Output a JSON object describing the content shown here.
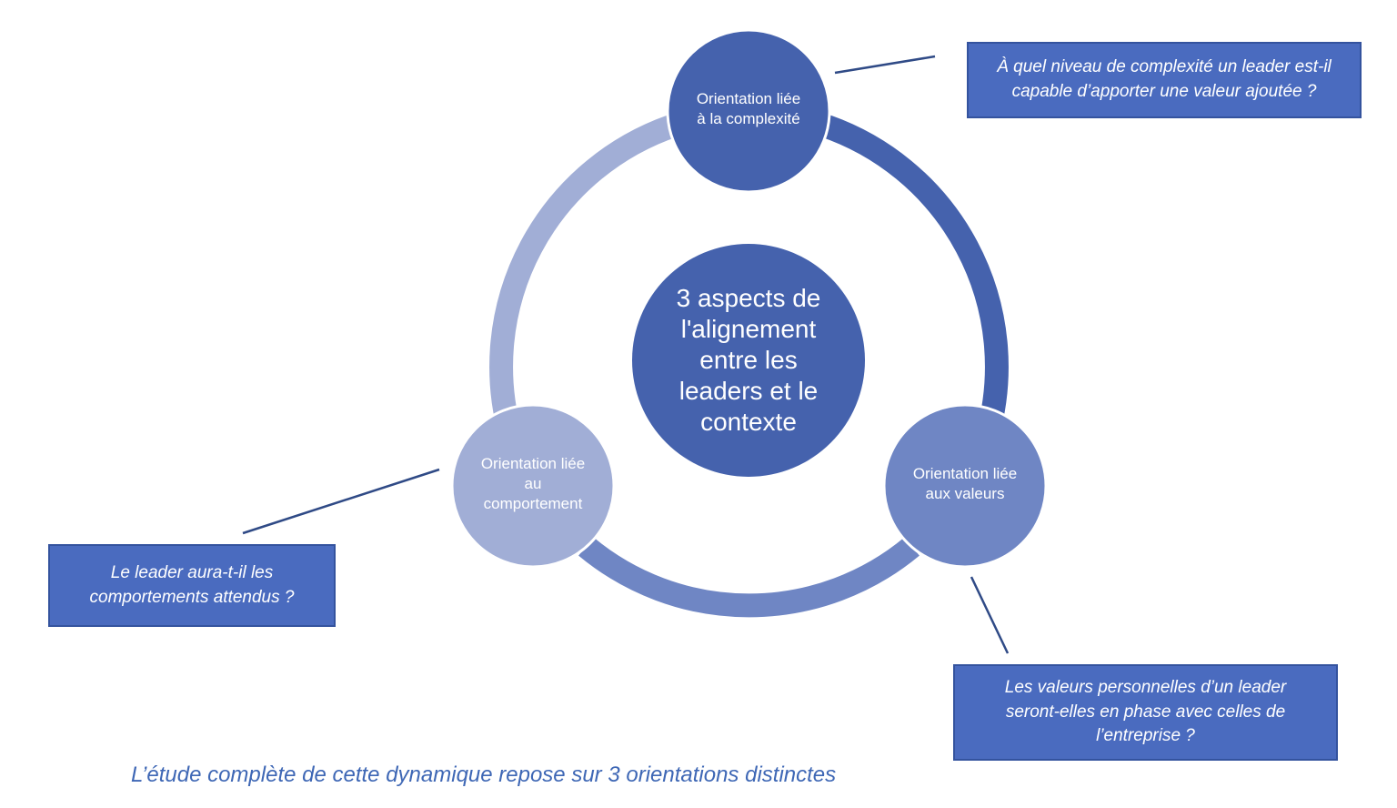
{
  "center": {
    "label": "3 aspects de\nl'alignement\nentre les\nleaders et le\ncontexte"
  },
  "nodes": {
    "complexity": {
      "label": "Orientation liée\nà la complexité"
    },
    "values": {
      "label": "Orientation liée\naux valeurs"
    },
    "behavior": {
      "label": "Orientation liée\nau\ncomportement"
    }
  },
  "callouts": {
    "complexity": "À quel niveau de complexité un leader est-il\ncapable d’apporter une valeur ajoutée ?",
    "behavior": "Le leader aura-t-il les\ncomportements attendus ?",
    "values": "Les valeurs personnelles d’un leader\nseront-elles en phase avec celles de\nl’entreprise ?"
  },
  "caption": "L’étude complète de cette dynamique repose sur 3 orientations distinctes",
  "colors": {
    "dark_blue": "#4562ad",
    "medium_blue": "#6f86c4",
    "light_blue": "#a1aed6",
    "callout_fill": "#4a6bbf",
    "callout_border": "#34539e",
    "connector_line": "#2f4a86",
    "caption_text": "#3e67b5"
  }
}
